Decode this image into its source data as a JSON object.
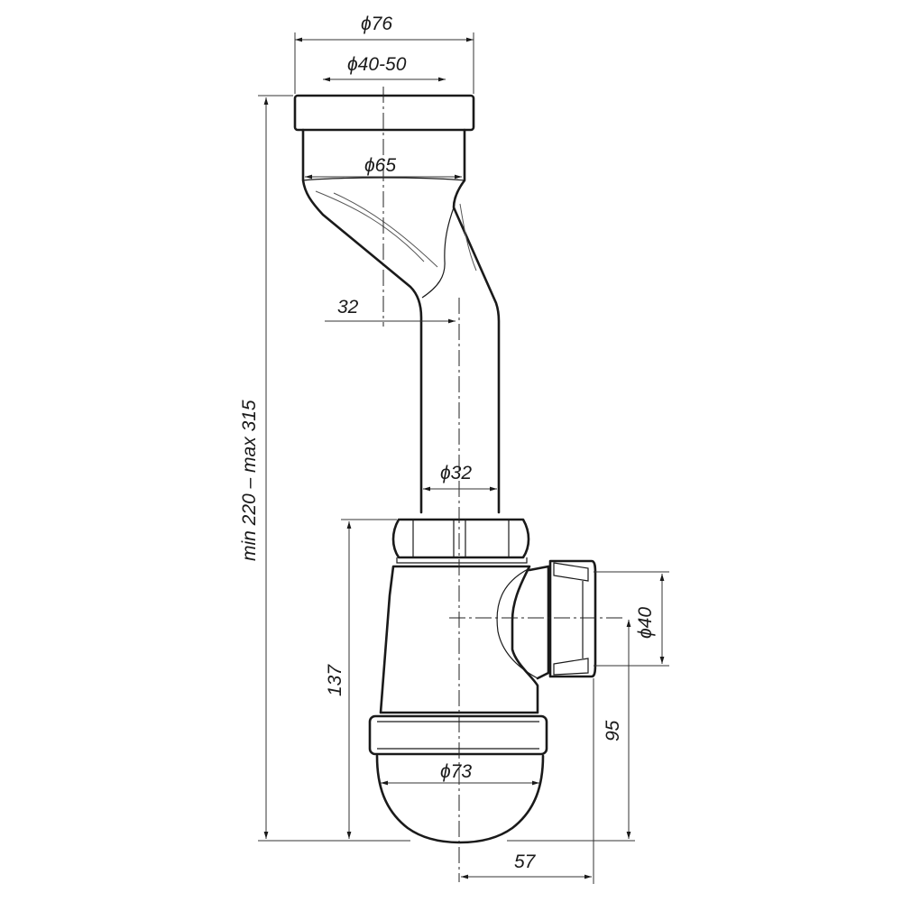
{
  "drawing": {
    "dimensions": {
      "top_outer_diameter": "ϕ76",
      "inlet_range_diameter": "ϕ40-50",
      "bowl_diameter": "ϕ65",
      "offset": "32",
      "pipe_diameter": "ϕ32",
      "overall_height": "min 220 – max 315",
      "trap_height": "137",
      "outlet_diameter": "ϕ40",
      "outlet_height": "95",
      "cup_diameter": "ϕ73",
      "outlet_offset": "57"
    }
  }
}
